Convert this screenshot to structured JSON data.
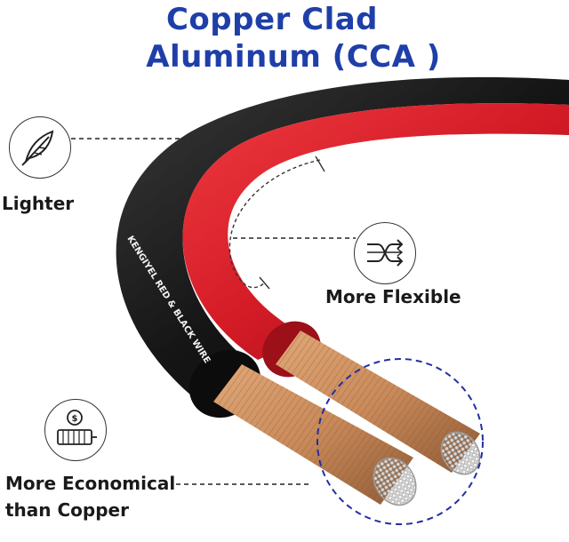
{
  "title": {
    "line1": "Copper Clad",
    "line2": "Aluminum (CCA )"
  },
  "cable_print": "KENGIYEL RED & BLACK WIRE",
  "features": [
    {
      "label": "Lighter",
      "icon": "feather-icon"
    },
    {
      "label": "More Flexible",
      "icon": "flexible-arrows-icon"
    },
    {
      "label_line1": "More Economical",
      "label_line2": "than Copper",
      "icon": "coin-wire-spool-icon"
    }
  ],
  "colors": {
    "title": "#1f3fa8",
    "red_jacket": "#d31b26",
    "black_jacket": "#1b1b1b",
    "copper": "#c98a5a",
    "highlight_circle": "#2230a0"
  }
}
